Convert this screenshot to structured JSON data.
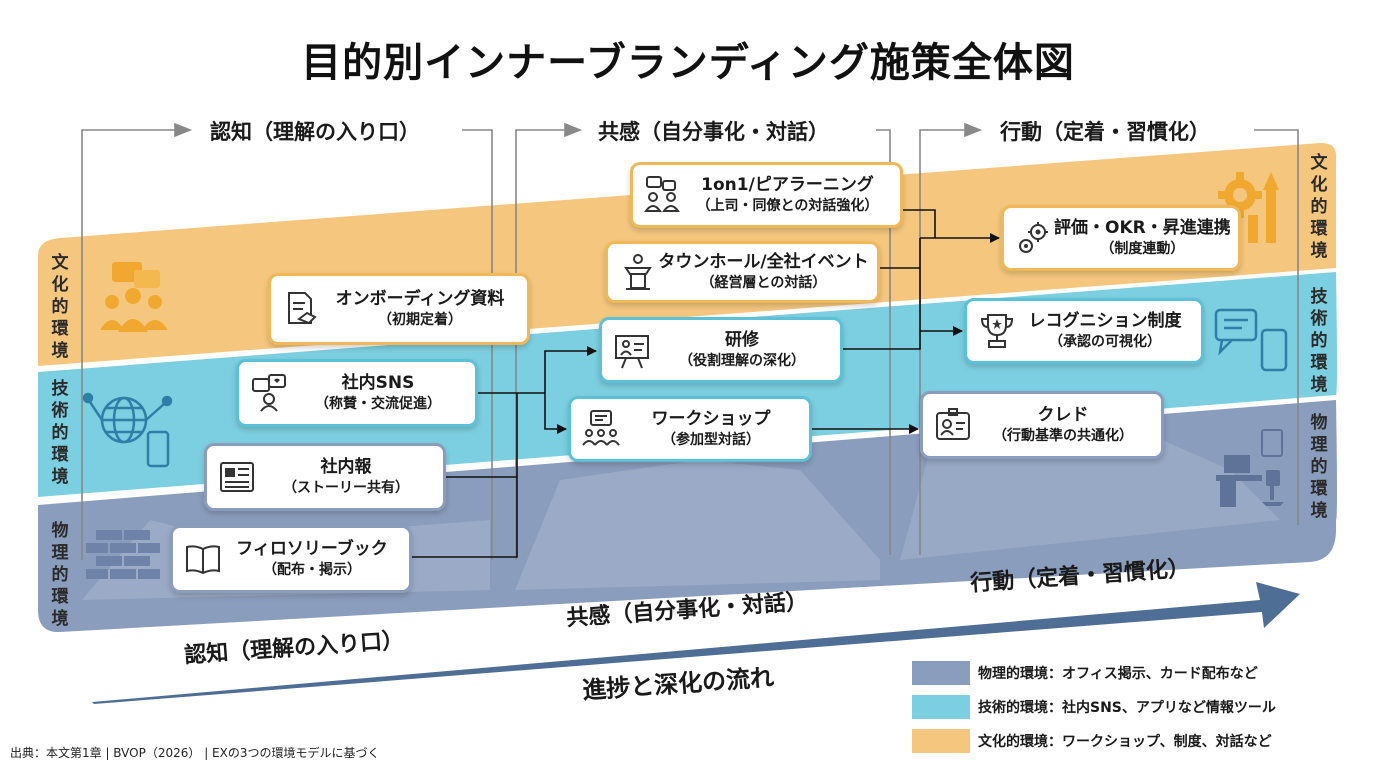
{
  "title": "目的別インナーブランディング施策全体図",
  "phases": {
    "awareness": "認知（理解の入り口）",
    "empathy": "共感（自分事化・対話）",
    "action": "行動（定着・習慣化）"
  },
  "bands": {
    "culture": "文化的環境",
    "tech": "技術的環境",
    "physical": "物理的環境"
  },
  "cards": {
    "onboarding": {
      "title": "オンボーディング資料",
      "sub": "（初期定着）"
    },
    "sns": {
      "title": "社内SNS",
      "sub": "（称賛・交流促進）"
    },
    "newsletter": {
      "title": "社内報",
      "sub": "（ストーリー共有）"
    },
    "philosophy": {
      "title": "フィロソリーブック",
      "sub": "（配布・掲示）"
    },
    "one_on_one": {
      "title": "1on1/ピアラーニング",
      "sub": "（上司・同僚との対話強化）"
    },
    "townhall": {
      "title": "タウンホール/全社イベント",
      "sub": "（経営層との対話）"
    },
    "training": {
      "title": "研修",
      "sub": "（役割理解の深化）"
    },
    "workshop": {
      "title": "ワークショップ",
      "sub": "（参加型対話）"
    },
    "evaluation": {
      "title": "評価・OKR・昇進連携",
      "sub": "（制度連動）"
    },
    "recognition": {
      "title": "レコグニション制度",
      "sub": "（承認の可視化）"
    },
    "credo": {
      "title": "クレド",
      "sub": "（行動基準の共通化）"
    }
  },
  "flow_label": "進捗と深化の流れ",
  "legend": [
    {
      "label": "物理的環境：オフィス掲示、カード配布など",
      "color": "#8b9dbd"
    },
    {
      "label": "技術的環境：社内SNS、アプリなど情報ツール",
      "color": "#7ccfe0"
    },
    {
      "label": "文化的環境：ワークショップ、制度、対話など",
      "color": "#f5c77e"
    }
  ],
  "source": "出典：本文第1章 | BVOP（2026） | EXの3つの環境モデルに基づく",
  "colors": {
    "culture": "#f5c77e",
    "tech": "#7ccfe0",
    "physical": "#8b9dbd",
    "arrow": "#4f6e96"
  },
  "icons": [
    "speech-bubbles-people-icon",
    "globe-network-icon",
    "phone-icon",
    "brick-wall-icon",
    "gear-chart-icon",
    "chat-phone-icon",
    "office-desk-icon",
    "document-handshake-icon",
    "chat-heart-icon",
    "newspaper-icon",
    "open-book-icon",
    "chat-people-icon",
    "podium-icon",
    "presentation-board-icon",
    "workshop-group-icon",
    "gears-icon",
    "trophy-icon",
    "id-badge-icon"
  ]
}
